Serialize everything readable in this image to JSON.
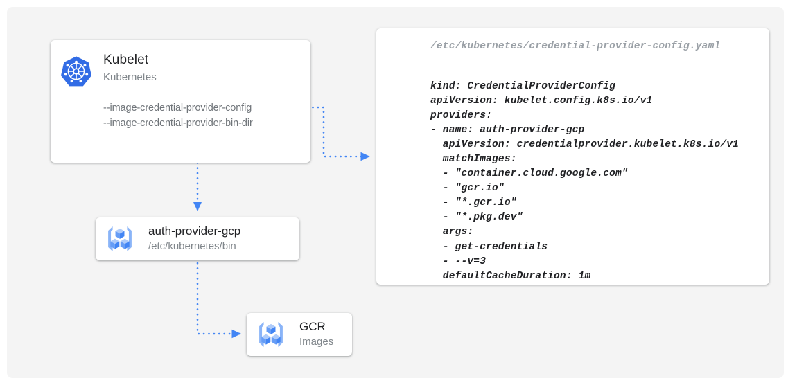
{
  "canvas": {
    "background_color": "#f4f4f4",
    "page_background_color": "#ffffff"
  },
  "colors": {
    "accent_blue": "#4285f4",
    "kubernetes_blue": "#326ce5",
    "text_primary": "#202124",
    "text_secondary": "#80868b",
    "text_muted": "#70757a",
    "yaml_path_color": "#9aa0a6",
    "card_background": "#ffffff"
  },
  "kubelet_card": {
    "icon": "kubernetes-icon",
    "title": "Kubelet",
    "subtitle": "Kubernetes",
    "flags": [
      "--image-credential-provider-config",
      "--image-credential-provider-bin-dir"
    ]
  },
  "auth_provider_card": {
    "icon": "container-registry-icon",
    "title": "auth-provider-gcp",
    "subtitle": "/etc/kubernetes/bin"
  },
  "gcr_card": {
    "icon": "container-registry-icon",
    "title": "GCR",
    "subtitle": "Images"
  },
  "yaml_panel": {
    "path": "/etc/kubernetes/credential-provider-config.yaml",
    "lines": [
      "kind: CredentialProviderConfig",
      "apiVersion: kubelet.config.k8s.io/v1",
      "providers:",
      "- name: auth-provider-gcp",
      "  apiVersion: credentialprovider.kubelet.k8s.io/v1",
      "  matchImages:",
      "  - \"container.cloud.google.com\"",
      "  - \"gcr.io\"",
      "  - \"*.gcr.io\"",
      "  - \"*.pkg.dev\"",
      "  args:",
      "  - get-credentials",
      "  - --v=3",
      "  defaultCacheDuration: 1m"
    ]
  },
  "connectors": [
    {
      "name": "kubelet-to-yaml",
      "from": "kubelet-card",
      "to": "yaml-panel",
      "style": "dotted",
      "color": "#4285f4",
      "arrowhead": "right"
    },
    {
      "name": "kubelet-to-auth-provider",
      "from": "kubelet-card",
      "to": "auth-provider-card",
      "style": "dotted",
      "color": "#4285f4",
      "arrowhead": "down"
    },
    {
      "name": "auth-provider-to-gcr",
      "from": "auth-provider-card",
      "to": "gcr-card",
      "style": "dotted",
      "color": "#4285f4",
      "arrowhead": "right"
    }
  ]
}
